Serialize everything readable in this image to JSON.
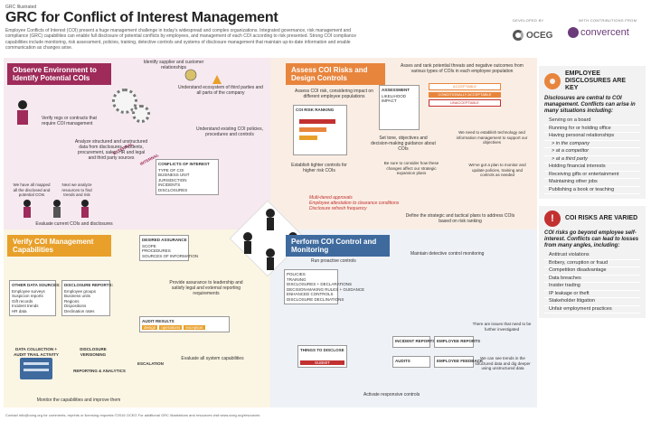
{
  "header": {
    "kicker": "GRC Illustrated",
    "title": "GRC for Conflict of Interest Management",
    "intro": "Employee Conflicts of Interest (COI) present a huge management challenge in today's widespread and complex organizations. Integrated governance, risk management and compliance (GRC) capabilities can enable full disclosure of potential conflicts by employees, and management of each COI according to risk presented. Strong COI compliance capabilities include monitoring, risk assessment, policies, training, detective controls and systems of disclosure management that maintain up-to-date information and enable communication as changes arise.",
    "developed_by": "DEVELOPED BY",
    "contributions": "WITH CONTRIBUTIONS FROM",
    "oceg": "OCEG",
    "convercent": "convercent"
  },
  "colors": {
    "observe": "#9e2b5a",
    "assess": "#e8853d",
    "verify": "#e8a02a",
    "perform": "#3e6a9e"
  },
  "observe": {
    "banner": "Observe Environment to Identify Potential COIs",
    "identify": "Identify supplier and customer relationships",
    "ecosystem": "Understand ecosystem of third parties and all parts of the company",
    "verify_regs": "Verify regs or contracts that require COI management",
    "external": "EXTERNAL",
    "internal": "INTERNAL",
    "existing": "Understand existing COI policies, procedures and controls",
    "analyze": "Analyze structured and unstructured data from disclosures, incidents, procurement, sales, HR and legal and third party sources",
    "mapped": "We have all mapped all the disclosed and potential COIs",
    "analyze_note": "Next we analyze resources to find trends and risk",
    "evaluate": "Evaluate current COIs and disclosures",
    "conflicts_card": {
      "title": "CONFLICTS OF INTEREST",
      "items": [
        "TYPE OF COI",
        "BUSINESS UNIT",
        "JURISDICTION",
        "INCIDENTS",
        "DISCLOSURES"
      ]
    }
  },
  "assess": {
    "banner": "Assess COI Risks and Design Controls",
    "rank": "Asses and rank potential threats and negative outcomes from various types of COIs in each employee population",
    "assess_risk": "Assess COI risk, considering impact on different employee populations",
    "matrix": {
      "assessment": "ASSESSMENT",
      "likelihood": "LIKELIHOOD",
      "impact": "IMPACT",
      "acceptable": "ACCEPTABLE",
      "conditional": "CONDITIONALLY ACCEPTABLE",
      "unacceptable": "UNACCEPTABLE"
    },
    "set_tone": "Set tone, objectives and decision-making guidance about COIs",
    "tech": "We need to establish technology and information management to support our objectives",
    "tighter": "Establish tighter controls for higher risk COIs",
    "sure": "Be sure to consider how these changes affect our strategic expansion plans",
    "plan": "We've got a plan to monitor and update policies, training and controls as needed",
    "red_list": [
      "Multi-tiered approvals",
      "Employee attestation to clearance conditions",
      "Disclosure refresh frequency"
    ],
    "define": "Define the strategic and tactical plans to address COIs based on risk ranking",
    "coi_ranking": "COI RISK RANKING"
  },
  "verify": {
    "banner": "Verify COI Management Capabilities",
    "desired": {
      "title": "DESIRED ASSURANCE",
      "items": [
        "SCOPE",
        "PROCEDURES",
        "SOURCES OF INFORMATION"
      ]
    },
    "assurance": "Provide assurance to leadership and satisfy legal and external reporting requirements",
    "other_sources": {
      "title": "OTHER DATA SOURCES:",
      "items": [
        "Employee surveys",
        "Suspicion reports",
        "Gift records",
        "Incident trends",
        "HR data"
      ]
    },
    "disclosure_reports": {
      "title": "DISCLOSURE REPORTS:",
      "items": [
        "Employee groups",
        "Business units",
        "Regions",
        "Dispositions",
        "Declination rates"
      ]
    },
    "audit": {
      "title": "AUDIT RESULTS",
      "cols": [
        "design",
        "operations",
        "exception"
      ]
    },
    "collection": "DATA COLLECTION + AUDIT TRAIL ACTIVITY",
    "versioning": "DISCLOSURE VERSIONING",
    "reporting": "REPORTING & ANALYTICS",
    "escalation": "ESCALATION",
    "evaluate_all": "Evaluate all system capabilities",
    "monitor": "Monitor the capabilities and improve them"
  },
  "perform": {
    "banner": "Perform COI Control and Monitoring",
    "run": "Run proactive controls",
    "maintain": "Maintain detective control monitoring",
    "control_list": [
      "POLICIES",
      "TRAINING",
      "DISCLOSURES + DECLARATIONS",
      "DECISION-MAKING RULES + GUIDANCE",
      "ENHANCED CONTROLS",
      "DISCLOSURE DECLINATIONS"
    ],
    "things_to_disclose": "THINGS TO DISCLOSE",
    "submit": "SUBMIT",
    "incident": "INCIDENT REPORTS",
    "employee_reports": "EMPLOYEE REPORTS",
    "audits": "AUDITS",
    "feedback": "EMPLOYEE FEEDBACK",
    "issues": "There are issues that need to be further investigated",
    "trends": "We can see trends in the structured data and dig deeper using unstructured data",
    "activate": "Activate responsive controls"
  },
  "sidebar": {
    "disclosures": {
      "title": "EMPLOYEE DISCLOSURES ARE KEY",
      "lead": "Disclosures are central to COI management. Conflicts can arise in many situations including:",
      "items": [
        {
          "label": "Serving on a board",
          "sub": false
        },
        {
          "label": "Running for or holding office",
          "sub": false
        },
        {
          "label": "Having personal relationships",
          "sub": false
        },
        {
          "label": "> in the company",
          "sub": true
        },
        {
          "label": "> at a competitor",
          "sub": true
        },
        {
          "label": "> at a third party",
          "sub": true
        },
        {
          "label": "Holding financial interests",
          "sub": false
        },
        {
          "label": "Receiving gifts or entertainment",
          "sub": false
        },
        {
          "label": "Maintaining other jobs",
          "sub": false
        },
        {
          "label": "Publishing a book or teaching",
          "sub": false
        }
      ]
    },
    "risks": {
      "title": "COI RISKS ARE VARIED",
      "lead": "COI risks go beyond employee self-interest. Conflicts can lead to losses from many angles, including:",
      "items": [
        "Antitrust violations",
        "Bribery, corruption or fraud",
        "Competition disadvantage",
        "Data breaches",
        "Insider trading",
        "IP leakage or theft",
        "Stakeholder litigation",
        "Unfair employment practices"
      ]
    }
  },
  "footer": "Contact info@oceg.org for comments, reprints or licensing requests ©2016 OCEG For additional GRC illustrations and resources visit www.oceg.org/resources"
}
